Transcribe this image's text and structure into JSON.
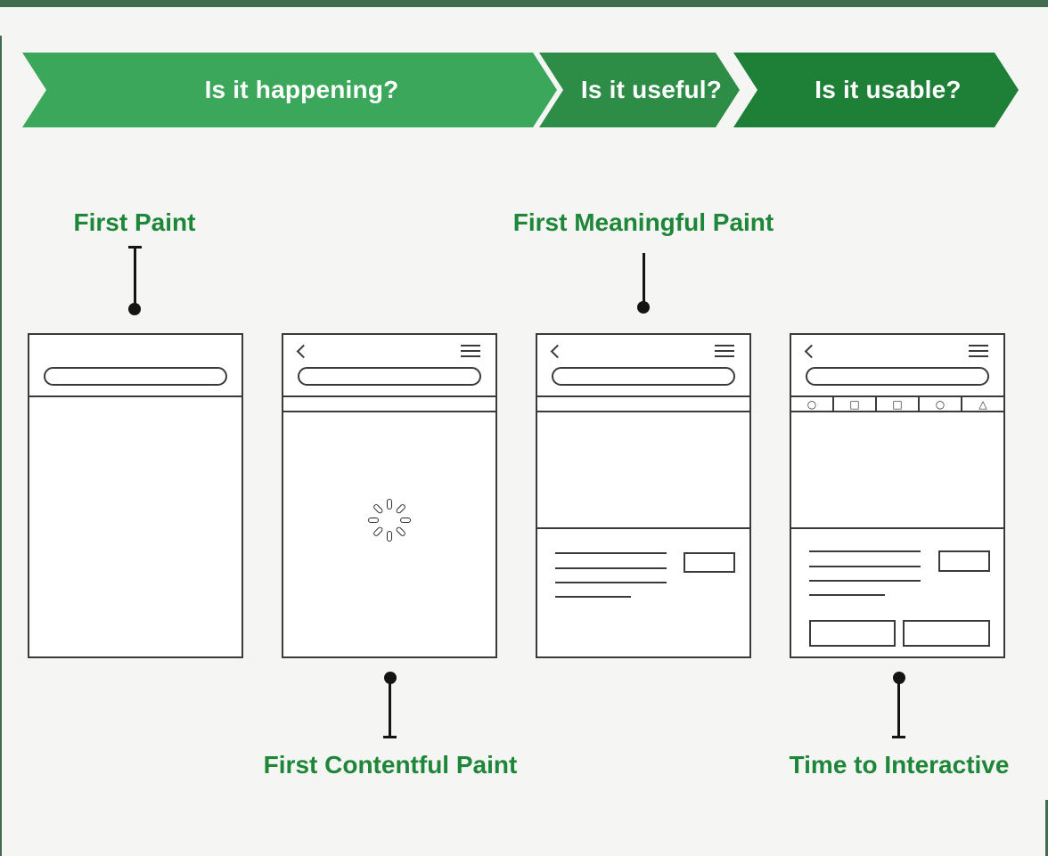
{
  "banner": {
    "steps": [
      {
        "label": "Is it happening?",
        "color": "#3BA75A"
      },
      {
        "label": "Is it useful?",
        "color": "#2D8C46"
      },
      {
        "label": "Is it usable?",
        "color": "#1E8037"
      }
    ]
  },
  "labels": {
    "first_paint": "First Paint",
    "first_meaningful_paint": "First Meaningful Paint",
    "first_contentful_paint": "First Contentful Paint",
    "time_to_interactive": "Time to Interactive"
  },
  "colors": {
    "background": "#F5F5F3",
    "frame_green": "#426C4F",
    "label_green": "#1E8639",
    "ink": "#3A3A3A"
  },
  "icons": {
    "back": "chevron-left",
    "menu": "hamburger",
    "loading": "spinner"
  },
  "phone4_nav_icons": [
    {
      "name": "circle",
      "glyph": "○"
    },
    {
      "name": "square",
      "glyph": "□"
    },
    {
      "name": "square",
      "glyph": "□"
    },
    {
      "name": "circle",
      "glyph": "○"
    },
    {
      "name": "triangle",
      "glyph": "△"
    }
  ]
}
